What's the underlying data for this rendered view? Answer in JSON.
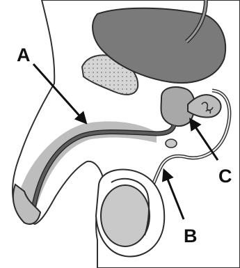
{
  "diagram": {
    "callouts": [
      {
        "label": "A"
      },
      {
        "label": "B"
      },
      {
        "label": "C"
      }
    ],
    "colors": {
      "skin": "#ffffff",
      "outline": "#333333",
      "bladder": "#7a7a7a",
      "urethra": "#5e5e5e",
      "shaft_shade": "#bdbdbd",
      "testis": "#c9c9c9",
      "gland": "#a8a8a8",
      "arrow": "#111111"
    }
  }
}
